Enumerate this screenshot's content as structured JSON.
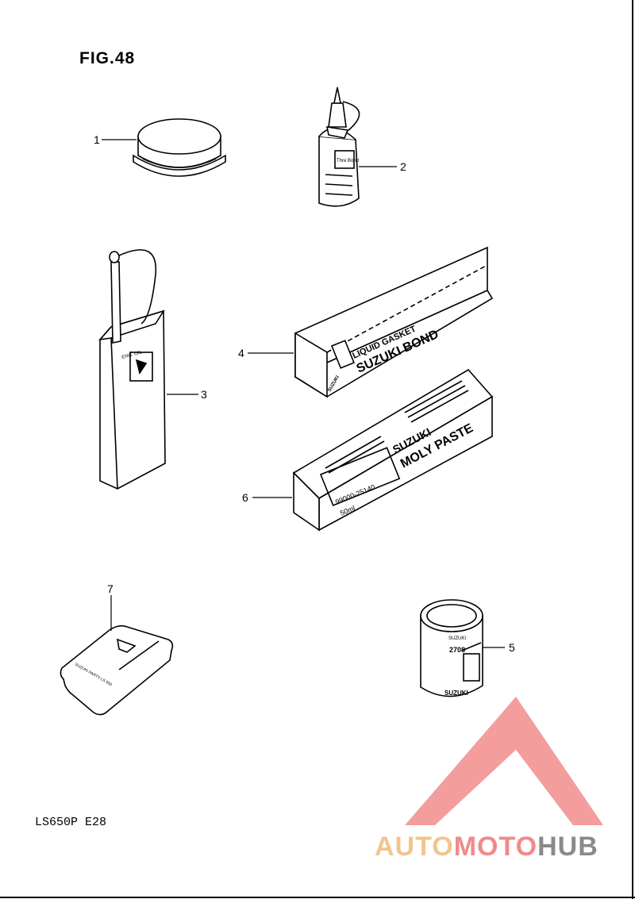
{
  "figure": {
    "title": "FIG.48",
    "code": "LS650P  E28"
  },
  "callouts": [
    "1",
    "2",
    "3",
    "4",
    "5",
    "6",
    "7"
  ],
  "labels": {
    "bottle_label": "Thre Bond",
    "can_label": "ENG. OIL",
    "bond_top1": "LIQUID GASKET",
    "bond_top2": "SUZUKI BOND",
    "bond_logo": "SUZUKI",
    "moly_top1": "SUZUKI",
    "moly_top2": "MOLY PASTE",
    "moly_partno": "99000-25140",
    "moly_vol": "50ml",
    "tin_top": "SUZUKI",
    "tin_front": "2708",
    "tin_brand": "SUZUKI",
    "kit_text": "SUZUKI PARTS LS 650"
  },
  "watermark": {
    "part1": "AUTO",
    "part2": "MOTO",
    "part3": "HUB",
    "colors": {
      "auto": "#f2c48f",
      "moto": "#f08a8a",
      "hub": "#8a8a8a",
      "logo": "#f28c8c"
    }
  }
}
